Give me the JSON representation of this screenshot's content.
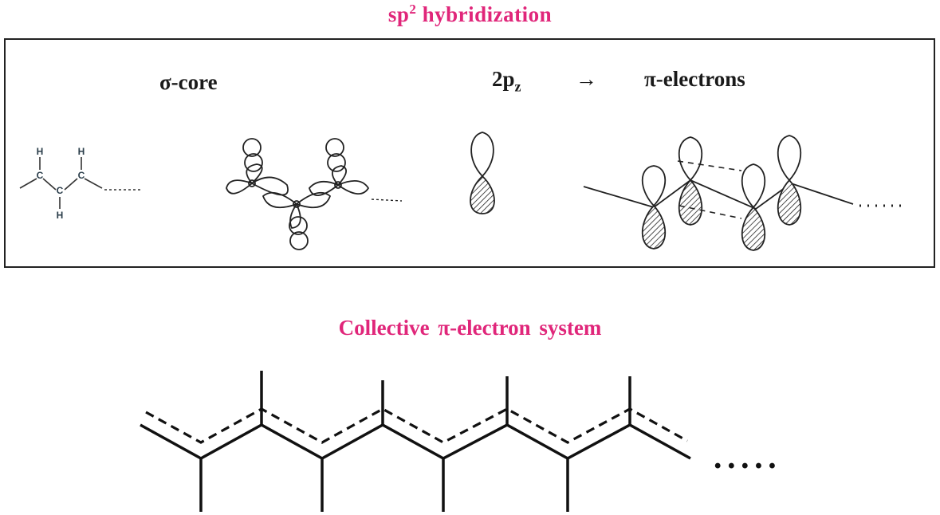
{
  "titles": {
    "top": "sp",
    "top_sup": "2",
    "top_rest": " hybridization",
    "bottom": "Collective π-electron system"
  },
  "labels": {
    "sigma_core": "σ-core",
    "twopz_main": "2p",
    "twopz_sub": "z",
    "arrow": "→",
    "pi_electrons": "π-electrons"
  },
  "atoms": {
    "h": "H",
    "c": "C"
  },
  "ellipsis": "• • • • •",
  "colors": {
    "title": "#e0267a",
    "text": "#1a1a1a",
    "line": "#222222"
  }
}
